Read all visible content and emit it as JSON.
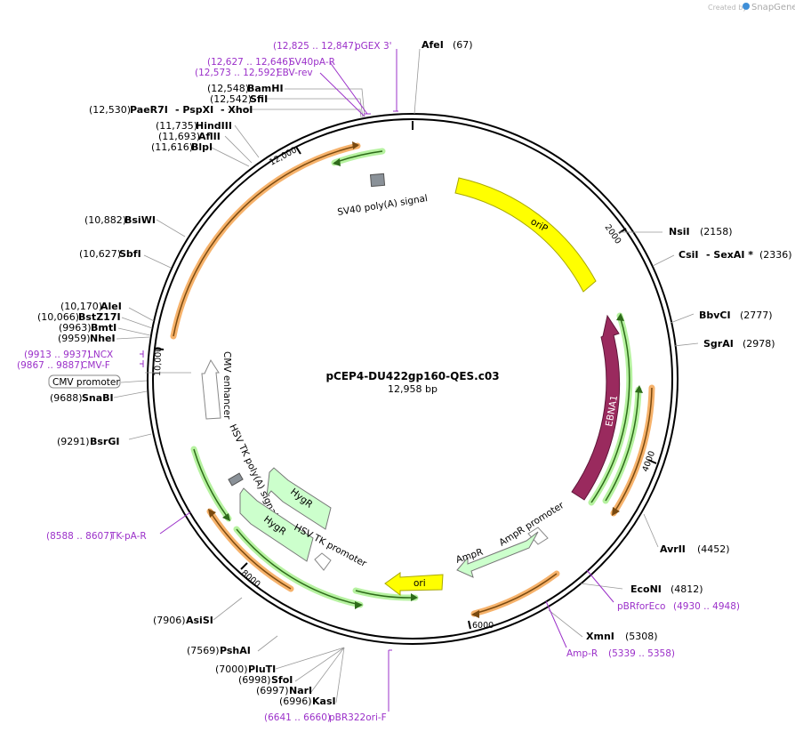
{
  "credit": {
    "prefix": "Created by",
    "brand": "SnapGene"
  },
  "plasmid": {
    "name": "pCEP4-DU422gp160-QES.c03",
    "size": "12,958 bp"
  },
  "ticks": [
    "2000",
    "4000",
    "6000",
    "8000",
    "10,000",
    "12,000"
  ],
  "enzymes": {
    "AfeI": {
      "name": "AfeI",
      "pos": "(67)"
    },
    "NsiI": {
      "name": "NsiI",
      "pos": "(2158)"
    },
    "CsiI": {
      "name": "CsiI",
      "mid": "- SexAI *",
      "pos": "(2336)"
    },
    "BbvCI": {
      "name": "BbvCI",
      "pos": "(2777)"
    },
    "SgrAI": {
      "name": "SgrAI",
      "pos": "(2978)"
    },
    "AvrII": {
      "name": "AvrII",
      "pos": "(4452)"
    },
    "EcoNI": {
      "name": "EcoNI",
      "pos": "(4812)"
    },
    "XmnI": {
      "name": "XmnI",
      "pos": "(5308)"
    },
    "KasI": {
      "name": "KasI",
      "pos": "(6996)"
    },
    "NarI": {
      "name": "NarI",
      "pos": "(6997)"
    },
    "SfoI": {
      "name": "SfoI",
      "pos": "(6998)"
    },
    "PluTI": {
      "name": "PluTI",
      "pos": "(7000)"
    },
    "PshAI": {
      "name": "PshAI",
      "pos": "(7569)"
    },
    "AsiSI": {
      "name": "AsiSI",
      "pos": "(7906)"
    },
    "BsrGI": {
      "name": "BsrGI",
      "pos": "(9291)"
    },
    "SnaBI": {
      "name": "SnaBI",
      "pos": "(9688)"
    },
    "NheI": {
      "name": "NheI",
      "pos": "(9959)"
    },
    "BmtI": {
      "name": "BmtI",
      "pos": "(9963)"
    },
    "BstZ17I": {
      "name": "BstZ17I",
      "pos": "(10,066)"
    },
    "AleI": {
      "name": "AleI",
      "pos": "(10,170)"
    },
    "SbfI": {
      "name": "SbfI",
      "pos": "(10,627)"
    },
    "BsiWI": {
      "name": "BsiWI",
      "pos": "(10,882)"
    },
    "BlpI": {
      "name": "BlpI",
      "pos": "(11,616)"
    },
    "AflII": {
      "name": "AflII",
      "pos": "(11,693)"
    },
    "HindIII": {
      "name": "HindIII",
      "pos": "(11,735)"
    },
    "PaeR7I": {
      "name": "PaeR7I",
      "mid1": "- PspXI",
      "mid2": "- XhoI",
      "pos": "(12,530)"
    },
    "SfiI": {
      "name": "SfiI",
      "pos": "(12,542)"
    },
    "BamHI": {
      "name": "BamHI",
      "pos": "(12,548)"
    }
  },
  "primers": {
    "pGEX3": {
      "name": "pGEX 3'",
      "range": "(12,825 .. 12,847)"
    },
    "SV40pAR": {
      "name": "SV40pA-R",
      "range": "(12,627 .. 12,646)"
    },
    "EBVrev": {
      "name": "EBV-rev",
      "range": "(12,573 .. 12,592)"
    },
    "LNCX": {
      "name": "LNCX",
      "range": "(9913 .. 9937)"
    },
    "CMVF": {
      "name": "CMV-F",
      "range": "(9867 .. 9887)"
    },
    "TKpAR": {
      "name": "TK-pA-R",
      "range": "(8588 .. 8607)"
    },
    "pBR322oriF": {
      "name": "pBR322ori-F",
      "range": "(6641 .. 6660)"
    },
    "AmpR": {
      "name": "Amp-R",
      "range": "(5339 .. 5358)"
    },
    "pBRforEco": {
      "name": "pBRforEco",
      "range": "(4930 .. 4948)"
    }
  },
  "features": {
    "oriP": "oriP",
    "EBNA1": "EBNA1",
    "SV40pA": "SV40 poly(A) signal",
    "CMVenh": "CMV enhancer",
    "CMVprom": "CMV promoter",
    "HSVTKpA": "HSV TK poly(A) signal",
    "HygR1": "HygR",
    "HygR2": "HygR",
    "HSVTKprom": "HSV TK promoter",
    "AmpRprom": "AmpR promoter",
    "AmpR": "AmpR",
    "ori": "ori"
  },
  "colors": {
    "backbone": "#000000",
    "oriP": "#ffff00",
    "EBNA1": "#9a2a5e",
    "HygR": "#ccffcc",
    "ori": "#ffff00",
    "ORF_orange": "#f6b26b",
    "ORF_green": "#b6f2a0",
    "primer": "#9b30c9"
  }
}
